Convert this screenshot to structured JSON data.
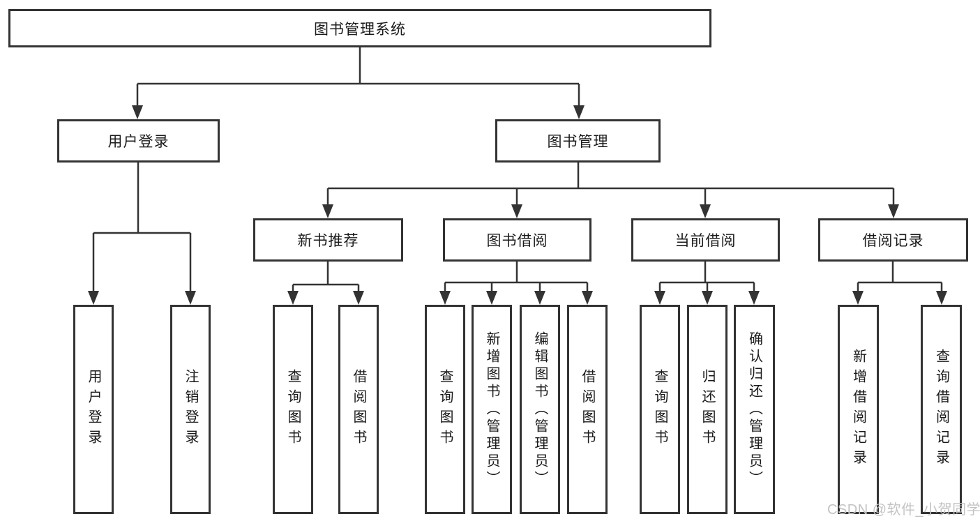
{
  "diagram": {
    "title": "图书管理系统",
    "root": {
      "label": "图书管理系统"
    },
    "branches": [
      {
        "label": "用户登录",
        "leaves": [
          "用户登录",
          "注销登录"
        ]
      },
      {
        "label": "图书管理",
        "children": [
          {
            "label": "新书推荐",
            "leaves": [
              "查询图书",
              "借阅图书"
            ]
          },
          {
            "label": "图书借阅",
            "leaves": [
              "查询图书",
              "新增图书（管理员）",
              "编辑图书（管理员）",
              "借阅图书"
            ]
          },
          {
            "label": "当前借阅",
            "leaves": [
              "查询图书",
              "归还图书",
              "确认归还（管理员）"
            ]
          },
          {
            "label": "借阅记录",
            "leaves": [
              "新增借阅记录",
              "查询借阅记录"
            ]
          }
        ]
      }
    ]
  },
  "watermark": {
    "text": "CSDN @软件_小贺同学"
  },
  "colors": {
    "line": "#333333",
    "box_border": "#333333",
    "text": "#1a1a1a",
    "background": "#ffffff",
    "watermark": "#c3c3c3"
  }
}
